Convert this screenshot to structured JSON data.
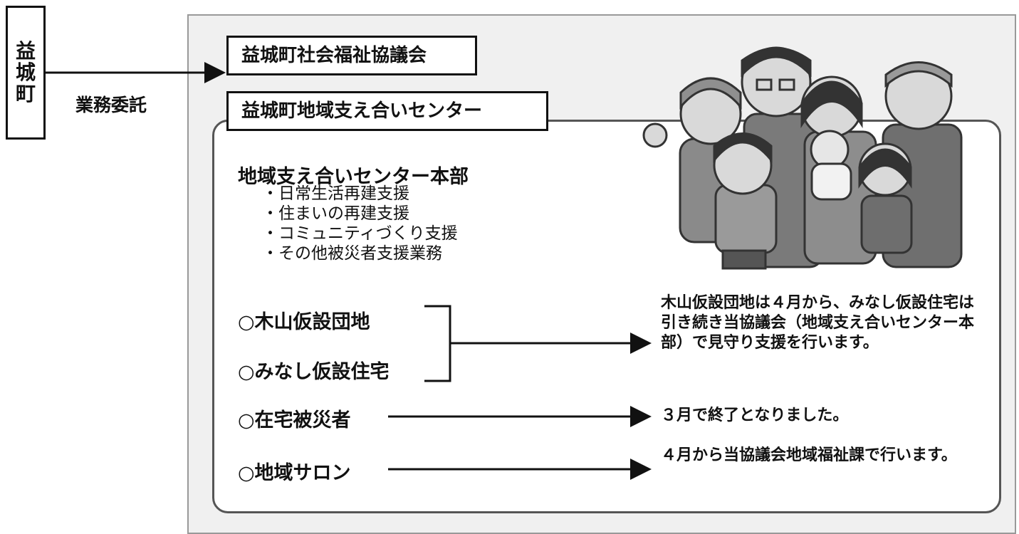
{
  "town": {
    "label_chars": [
      "益",
      "城",
      "町"
    ]
  },
  "delegation_label": "業務委託",
  "council_name": "益城町社会福祉協議会",
  "center_name": "益城町地域支え合いセンター",
  "hq": {
    "title": "地域支え合いセンター本部",
    "tasks": [
      "・日常生活再建支援",
      "・住まいの再建支援",
      "・コミュニティづくり支援",
      "・その他被災者支援業務"
    ]
  },
  "items": {
    "kiyama": "○木山仮設団地",
    "minashi": "○みなし仮設住宅",
    "zaitaku": "○在宅被災者",
    "salon": "○地域サロン"
  },
  "notes": {
    "kiyama_minashi": "木山仮設団地は４月から、みなし仮設住宅は引き続き当協議会（地域支え合いセンター本部）で見守り支援を行います。",
    "zaitaku": "３月で終了となりました。",
    "salon": "４月から当協議会地域福祉課で行います。"
  }
}
